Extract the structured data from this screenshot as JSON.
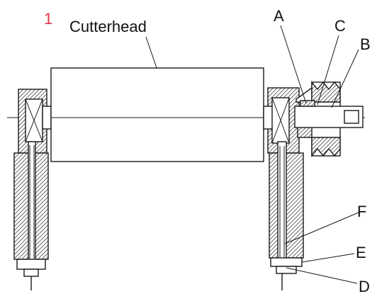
{
  "figure": {
    "number": "1",
    "number_color": "#e0324b",
    "cutterhead_label": "Cutterhead",
    "callouts": [
      "A",
      "B",
      "C",
      "D",
      "E",
      "F"
    ]
  }
}
